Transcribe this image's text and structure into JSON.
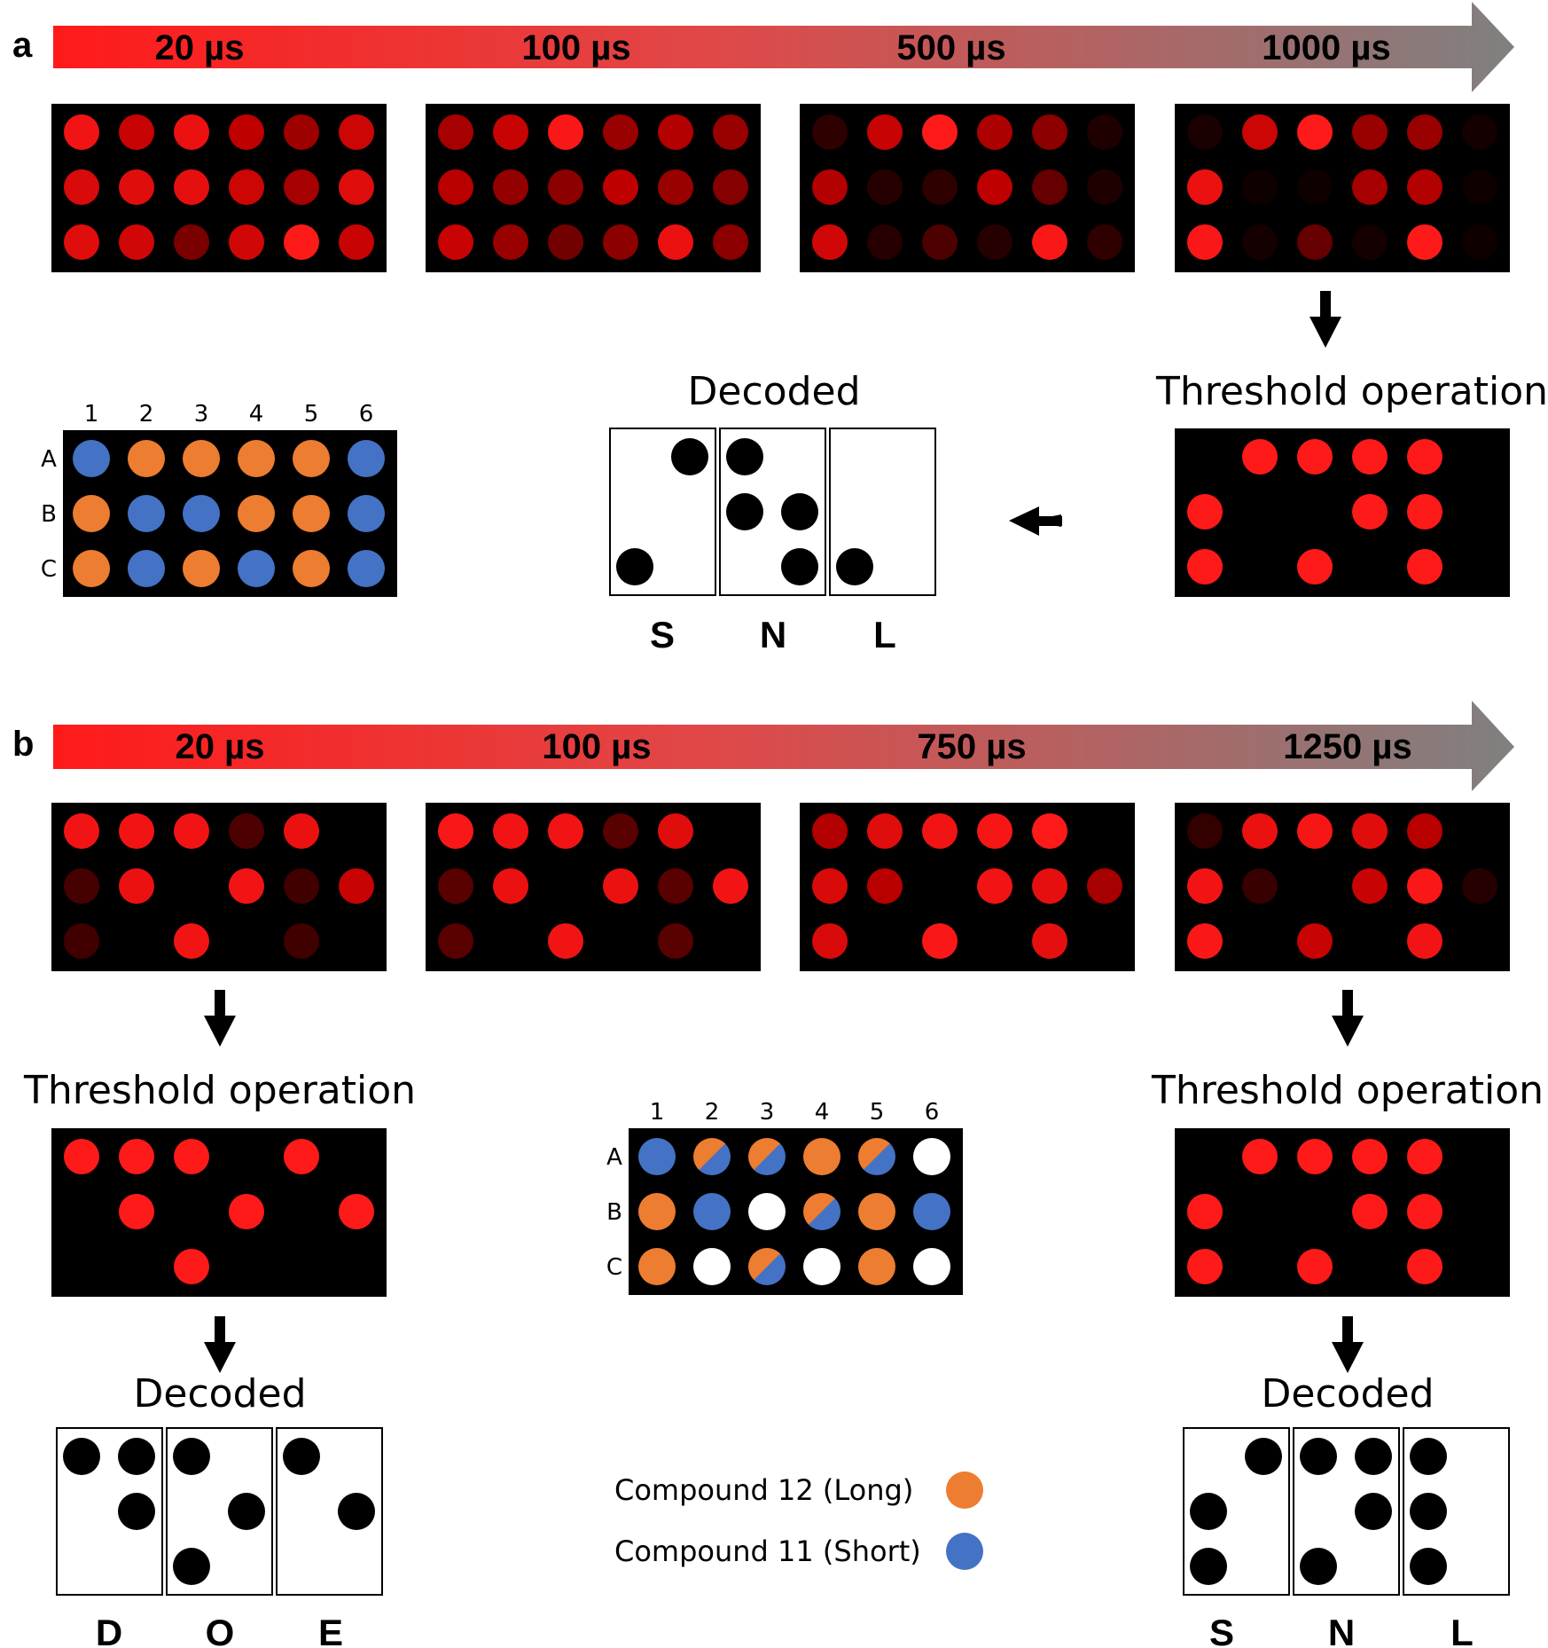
{
  "panel_a": {
    "letter": "a",
    "times": [
      "20 µs",
      "100 µs",
      "500 µs",
      "1000 µs"
    ],
    "frames": [
      [
        [
          0.95,
          0.78,
          0.92,
          0.75,
          0.62,
          0.8
        ],
        [
          0.85,
          0.88,
          0.9,
          0.8,
          0.65,
          0.88
        ],
        [
          0.88,
          0.82,
          0.48,
          0.82,
          1.0,
          0.78
        ]
      ],
      [
        [
          0.65,
          0.78,
          0.98,
          0.6,
          0.7,
          0.6
        ],
        [
          0.72,
          0.58,
          0.55,
          0.75,
          0.6,
          0.52
        ],
        [
          0.78,
          0.6,
          0.45,
          0.55,
          0.92,
          0.55
        ]
      ],
      [
        [
          0.18,
          0.78,
          1.0,
          0.68,
          0.55,
          0.12
        ],
        [
          0.7,
          0.15,
          0.18,
          0.75,
          0.4,
          0.12
        ],
        [
          0.82,
          0.15,
          0.3,
          0.15,
          0.98,
          0.18
        ]
      ],
      [
        [
          0.1,
          0.8,
          1.0,
          0.6,
          0.6,
          0.08
        ],
        [
          0.92,
          0.06,
          0.06,
          0.65,
          0.7,
          0.06
        ],
        [
          0.98,
          0.08,
          0.4,
          0.08,
          1.0,
          0.06
        ]
      ]
    ],
    "threshold_label": "Threshold operation",
    "threshold_grid": [
      [
        0,
        1,
        1,
        1,
        1,
        0
      ],
      [
        1,
        0,
        0,
        1,
        1,
        0
      ],
      [
        1,
        0,
        1,
        0,
        1,
        0
      ]
    ],
    "decoded_label": "Decoded",
    "decoded_cells": [
      [
        0,
        1,
        1,
        0,
        0,
        0
      ],
      [
        0,
        0,
        1,
        1,
        0,
        0
      ],
      [
        1,
        0,
        0,
        1,
        1,
        0
      ]
    ],
    "decoded_letters": [
      "S",
      "N",
      "L"
    ],
    "key": {
      "cols": [
        "1",
        "2",
        "3",
        "4",
        "5",
        "6"
      ],
      "rows": [
        "A",
        "B",
        "C"
      ],
      "grid": [
        [
          "B",
          "O",
          "O",
          "O",
          "O",
          "B"
        ],
        [
          "O",
          "B",
          "B",
          "O",
          "O",
          "B"
        ],
        [
          "O",
          "B",
          "O",
          "B",
          "O",
          "B"
        ]
      ]
    }
  },
  "panel_b": {
    "letter": "b",
    "times": [
      "20 µs",
      "100 µs",
      "750 µs",
      "1250 µs"
    ],
    "frames": [
      [
        [
          0.95,
          0.95,
          0.95,
          0.3,
          0.92,
          0
        ],
        [
          0.28,
          0.92,
          0,
          0.95,
          0.25,
          0.78
        ],
        [
          0.25,
          0,
          0.95,
          0,
          0.25,
          0
        ]
      ],
      [
        [
          0.98,
          0.95,
          0.95,
          0.35,
          0.88,
          0
        ],
        [
          0.35,
          0.92,
          0,
          0.92,
          0.35,
          0.95
        ],
        [
          0.35,
          0,
          0.95,
          0,
          0.35,
          0
        ]
      ],
      [
        [
          0.7,
          0.88,
          0.95,
          0.97,
          1.0,
          0
        ],
        [
          0.85,
          0.72,
          0,
          0.95,
          0.9,
          0.65
        ],
        [
          0.85,
          0,
          0.98,
          0,
          0.9,
          0
        ]
      ],
      [
        [
          0.2,
          0.92,
          0.97,
          0.88,
          0.72,
          0
        ],
        [
          0.95,
          0.22,
          0,
          0.78,
          0.98,
          0.15
        ],
        [
          0.98,
          0,
          0.78,
          0,
          0.95,
          0
        ]
      ]
    ],
    "threshold_label_left": "Threshold operation",
    "threshold_label_right": "Threshold operation",
    "threshold_grid_left": [
      [
        1,
        1,
        1,
        0,
        1,
        0
      ],
      [
        0,
        1,
        0,
        1,
        0,
        1
      ],
      [
        0,
        0,
        1,
        0,
        0,
        0
      ]
    ],
    "threshold_grid_right": [
      [
        0,
        1,
        1,
        1,
        1,
        0
      ],
      [
        1,
        0,
        0,
        1,
        1,
        0
      ],
      [
        1,
        0,
        1,
        0,
        1,
        0
      ]
    ],
    "decoded_label_left": "Decoded",
    "decoded_label_right": "Decoded",
    "decoded_cells_left": [
      [
        1,
        1,
        1,
        0,
        1,
        0
      ],
      [
        0,
        1,
        0,
        1,
        0,
        1
      ],
      [
        0,
        0,
        1,
        0,
        0,
        0
      ]
    ],
    "decoded_cells_right": [
      [
        0,
        1,
        1,
        1,
        1,
        0
      ],
      [
        1,
        0,
        0,
        1,
        1,
        0
      ],
      [
        1,
        0,
        1,
        0,
        1,
        0
      ]
    ],
    "decoded_letters_left": [
      "D",
      "O",
      "E"
    ],
    "decoded_letters_right": [
      "S",
      "N",
      "L"
    ],
    "key": {
      "cols": [
        "1",
        "2",
        "3",
        "4",
        "5",
        "6"
      ],
      "rows": [
        "A",
        "B",
        "C"
      ],
      "grid": [
        [
          "B",
          "M",
          "M",
          "O",
          "M",
          "W"
        ],
        [
          "O",
          "B",
          "W",
          "M",
          "O",
          "B"
        ],
        [
          "O",
          "W",
          "M",
          "W",
          "O",
          "W"
        ]
      ]
    }
  },
  "legend": [
    {
      "label": "Compound 12 (Long)",
      "color": "#ED7D31"
    },
    {
      "label": "Compound 11 (Short)",
      "color": "#4472C4"
    }
  ],
  "colors": {
    "orange": "#ED7D31",
    "blue": "#4472C4",
    "red_on": "#FF1A1A",
    "arrow_start": "#FF1A1A",
    "arrow_end": "#808080"
  }
}
